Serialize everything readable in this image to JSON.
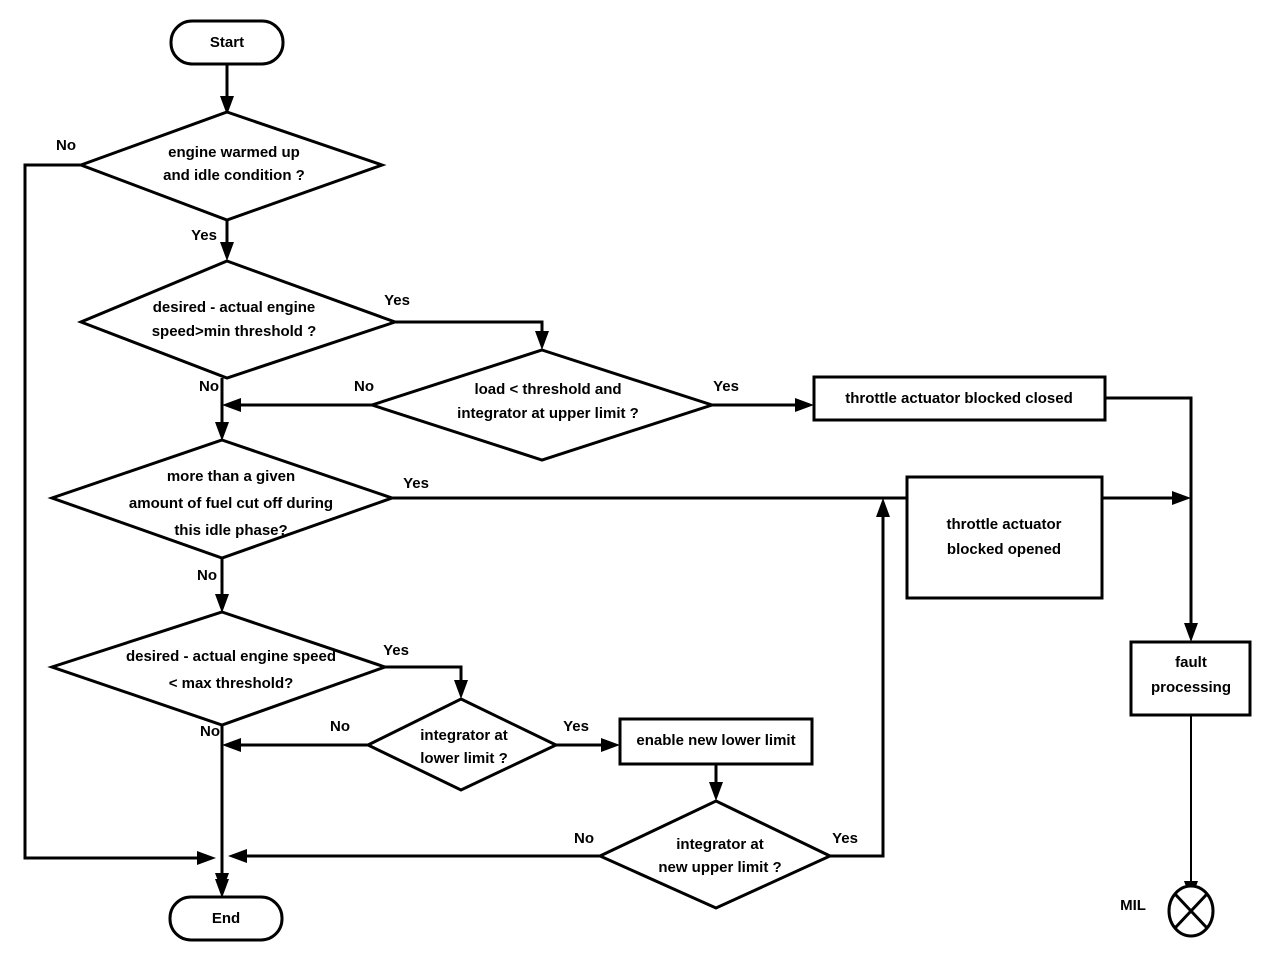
{
  "diagram": {
    "title": "Idle speed control throttle actuator diagnostic flowchart",
    "colors": {
      "stroke": "#000000",
      "fill": "#ffffff",
      "text": "#000000"
    },
    "nodes": {
      "start": {
        "label": "Start",
        "type": "terminator"
      },
      "end": {
        "label": "End",
        "type": "terminator"
      },
      "d1": {
        "line1": "engine warmed up",
        "line2": "and idle condition ?",
        "type": "decision"
      },
      "d2": {
        "line1": "desired - actual engine",
        "line2": "speed>min threshold ?",
        "type": "decision"
      },
      "d3": {
        "line1": "load < threshold and",
        "line2": "integrator at upper limit ?",
        "type": "decision"
      },
      "d4": {
        "line1": "more than a given",
        "line2": "amount of fuel cut off during",
        "line3": "this idle phase?",
        "type": "decision"
      },
      "d5": {
        "line1": "desired - actual engine speed",
        "line2": "< max threshold?",
        "type": "decision"
      },
      "d6": {
        "line1": "integrator at",
        "line2": "lower limit ?",
        "type": "decision"
      },
      "d7": {
        "line1": "integrator at",
        "line2": "new upper limit ?",
        "type": "decision"
      },
      "p1": {
        "line1": "throttle actuator blocked closed",
        "type": "process"
      },
      "p2": {
        "line1": "throttle actuator",
        "line2": "blocked opened",
        "type": "process"
      },
      "p3": {
        "line1": "enable new lower limit",
        "type": "process"
      },
      "p4": {
        "line1": "fault",
        "line2": "processing",
        "type": "process"
      },
      "mil": {
        "label": "MIL",
        "type": "indicator"
      }
    },
    "edge_labels": {
      "d1_no": "No",
      "d1_yes": "Yes",
      "d2_yes": "Yes",
      "d2_no": "No",
      "d3_no": "No",
      "d3_yes": "Yes",
      "d4_yes": "Yes",
      "d4_no": "No",
      "d5_yes": "Yes",
      "d5_no": "No",
      "d6_no": "No",
      "d6_yes": "Yes",
      "d7_no": "No",
      "d7_yes": "Yes"
    }
  }
}
